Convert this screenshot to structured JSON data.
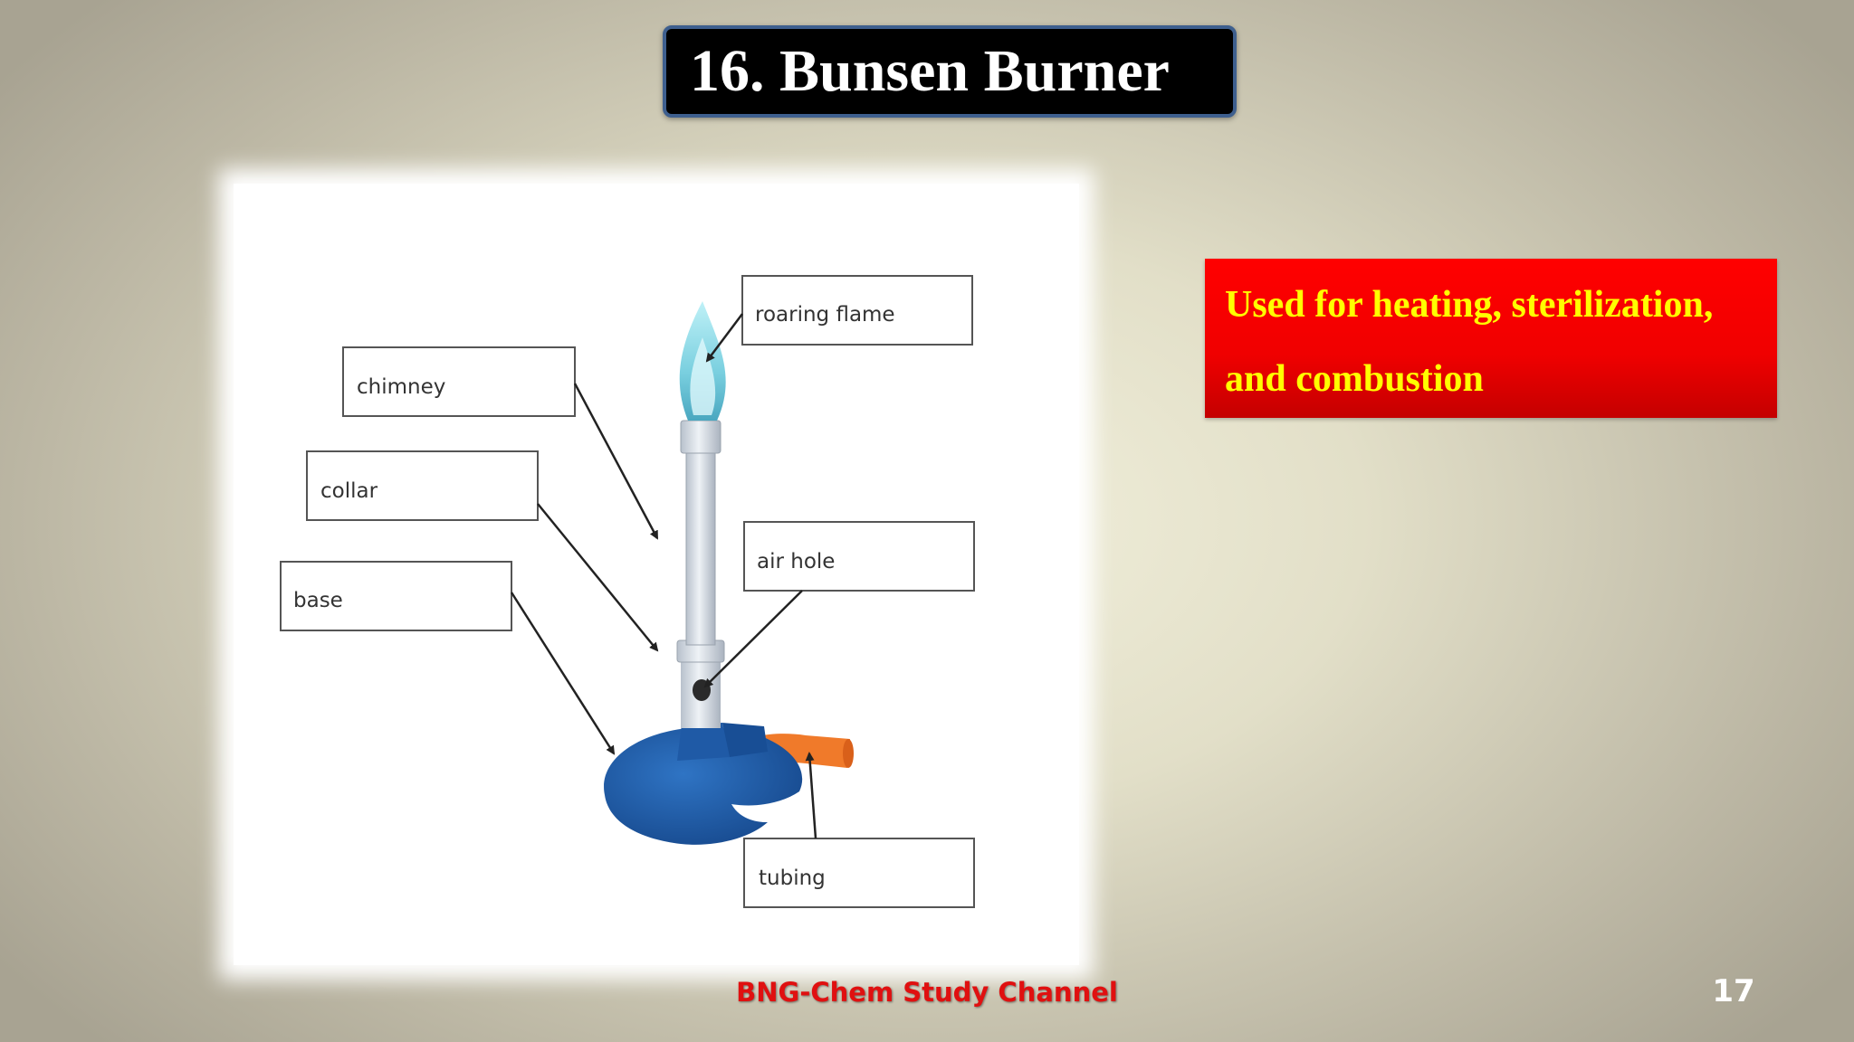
{
  "slide": {
    "title": "16. Bunsen Burner",
    "use_text": "Used for heating, sterilization, and combustion",
    "footer": "BNG-Chem Study Channel",
    "page_number": "17"
  },
  "diagram": {
    "labels": {
      "roaring_flame": "roaring flame",
      "chimney": "chimney",
      "collar": "collar",
      "air_hole": "air hole",
      "base": "base",
      "tubing": "tubing"
    }
  },
  "colors": {
    "title_bg": "#000000",
    "title_border": "#3e5f8e",
    "use_box_bg": "#ff0000",
    "use_text": "#ffff00",
    "footer_text": "#e01010",
    "burner_base": "#1f5aa6",
    "tubing": "#f07a2a",
    "flame": "#8fd8e6"
  }
}
